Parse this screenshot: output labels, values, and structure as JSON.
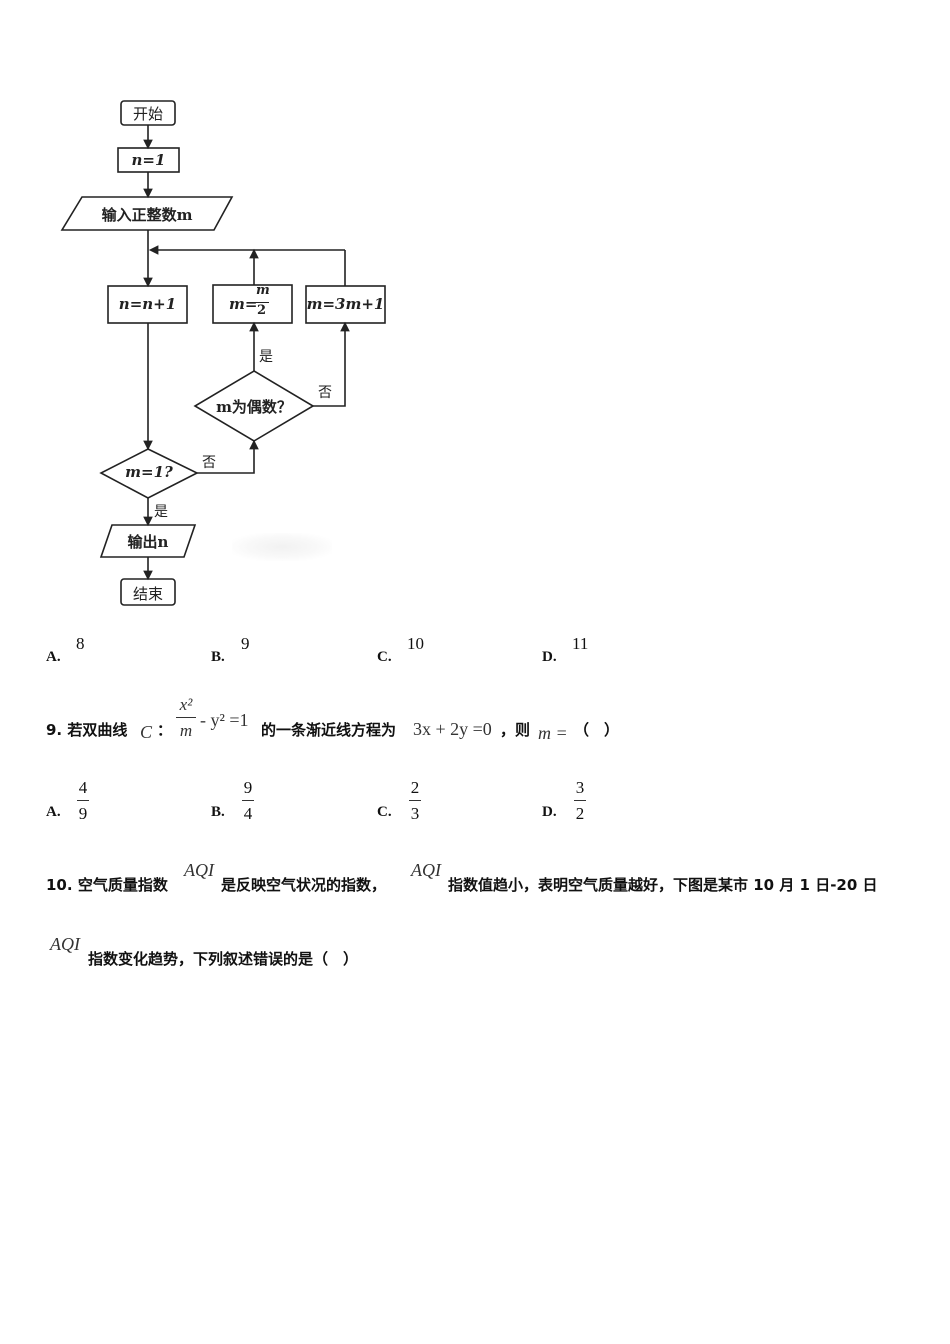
{
  "flowchart": {
    "start": "开始",
    "init": "n=1",
    "input": "输入正整数m",
    "increment": "n=n+1",
    "half_lhs": "m=",
    "half_num": "m",
    "half_den": "2",
    "triple": "m=3m+1",
    "even_check": "m为偶数？",
    "one_check": "m=1?",
    "yes": "是",
    "no": "否",
    "output": "输出n",
    "end": "结束"
  },
  "q8_options": [
    {
      "letter": "A.",
      "value": "8"
    },
    {
      "letter": "B.",
      "value": "9"
    },
    {
      "letter": "C.",
      "value": "10"
    },
    {
      "letter": "D.",
      "value": "11"
    }
  ],
  "q9": {
    "number": "9.",
    "text_1": "若双曲线",
    "curve": "C",
    "colon": "：",
    "frac_num": "x²",
    "frac_den": "m",
    "minus_y": "- y² =1",
    "text_2": "的一条渐近线方程为",
    "asymptote": "3x + 2y =0",
    "text_3": "，则",
    "m_eq": "m =",
    "paren": "（　）",
    "options": [
      {
        "letter": "A.",
        "num": "4",
        "den": "9"
      },
      {
        "letter": "B.",
        "num": "9",
        "den": "4"
      },
      {
        "letter": "C.",
        "num": "2",
        "den": "3"
      },
      {
        "letter": "D.",
        "num": "3",
        "den": "2"
      }
    ]
  },
  "q10": {
    "number": "10.",
    "text_1": "空气质量指数",
    "aqi": "AQI",
    "text_2": "是反映空气状况的指数，",
    "text_3": "指数值趋小，表明空气质量越好，下图是某市 10 月 1 日-20 日",
    "text_4": "指数变化趋势，下列叙述错误的是（　）"
  }
}
